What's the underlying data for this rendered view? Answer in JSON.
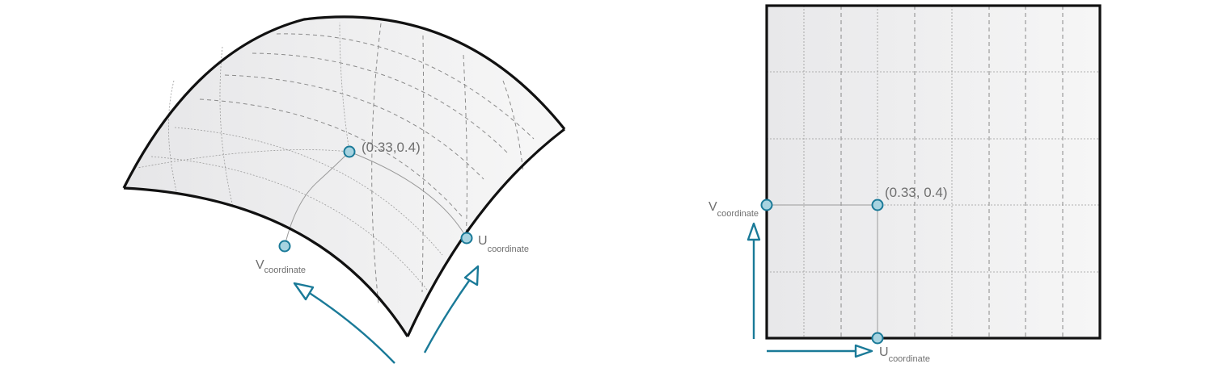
{
  "colors": {
    "accent": "#1a7a98",
    "point_fill": "#a7d3e0",
    "edge": "#111111",
    "surface": "#f0f0f0",
    "label": "#6f6f6f"
  },
  "surface_view": {
    "point_label": "(0.33,0.4)",
    "v_label": {
      "main": "V",
      "sub": "coordinate"
    },
    "u_label": {
      "main": "U",
      "sub": "coordinate"
    }
  },
  "parameter_view": {
    "point_label": "(0.33, 0.4)",
    "v_label": {
      "main": "V",
      "sub": "coordinate"
    },
    "u_label": {
      "main": "U",
      "sub": "coordinate"
    }
  }
}
